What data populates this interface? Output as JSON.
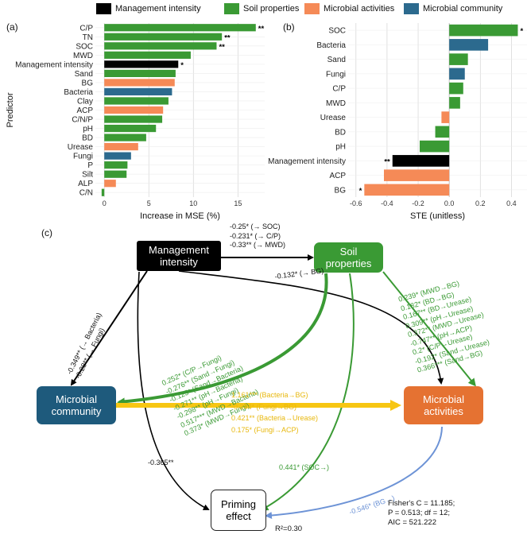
{
  "legend": [
    {
      "label": "Management intensity",
      "color": "#000000"
    },
    {
      "label": "Soil properties",
      "color": "#3a9a34"
    },
    {
      "label": "Microbial activities",
      "color": "#f58a57"
    },
    {
      "label": "Microbial community",
      "color": "#2c6a8e"
    }
  ],
  "chart_data": [
    {
      "panel": "(a)",
      "type": "bar",
      "orientation": "horizontal",
      "xlabel": "Increase in MSE (%)",
      "ylabel": "Predictor",
      "xlim": [
        -1,
        18
      ],
      "xticks": [
        0,
        5,
        10,
        15
      ],
      "categories": [
        "C/P",
        "TN",
        "SOC",
        "MWD",
        "Management intensity",
        "Sand",
        "BG",
        "Bacteria",
        "Clay",
        "ACP",
        "C/N/P",
        "pH",
        "BD",
        "Urease",
        "Fungi",
        "P",
        "Silt",
        "ALP",
        "C/N"
      ],
      "values": [
        17.0,
        13.2,
        12.6,
        9.7,
        8.3,
        8.0,
        7.9,
        7.6,
        7.2,
        6.6,
        6.5,
        5.8,
        4.7,
        3.8,
        3.0,
        2.6,
        2.5,
        1.3,
        -0.3
      ],
      "groups": [
        "soil",
        "soil",
        "soil",
        "soil",
        "management",
        "soil",
        "microbial_activities",
        "microbial_community",
        "soil",
        "microbial_activities",
        "soil",
        "soil",
        "soil",
        "microbial_activities",
        "microbial_community",
        "soil",
        "soil",
        "microbial_activities",
        "soil"
      ],
      "significance": [
        "**",
        "**",
        "**",
        "",
        "*",
        "",
        "",
        "",
        "",
        "",
        "",
        "",
        "",
        "",
        "",
        "",
        "",
        "",
        ""
      ]
    },
    {
      "panel": "(b)",
      "type": "bar",
      "orientation": "horizontal",
      "xlabel": "STE (unitless)",
      "xlim": [
        -0.65,
        0.5
      ],
      "xticks": [
        -0.6,
        -0.4,
        -0.2,
        0.0,
        0.2,
        0.4
      ],
      "categories": [
        "SOC",
        "Bacteria",
        "Sand",
        "Fungi",
        "C/P",
        "MWD",
        "Urease",
        "BD",
        "pH",
        "Management intensity",
        "ACP",
        "BG"
      ],
      "values": [
        0.441,
        0.25,
        0.12,
        0.1,
        0.09,
        0.07,
        -0.05,
        -0.09,
        -0.19,
        -0.365,
        -0.42,
        -0.546
      ],
      "groups": [
        "soil",
        "microbial_community",
        "soil",
        "microbial_community",
        "soil",
        "soil",
        "microbial_activities",
        "soil",
        "soil",
        "management",
        "microbial_activities",
        "microbial_activities"
      ],
      "significance": [
        "*",
        "",
        "",
        "",
        "",
        "",
        "",
        "",
        "",
        "**",
        "",
        "*"
      ]
    }
  ],
  "group_colors": {
    "management": "#000000",
    "soil": "#3a9a34",
    "microbial_activities": "#f58a57",
    "microbial_community": "#2c6a8e"
  },
  "panel_c": {
    "label": "(c)",
    "boxes": {
      "management": [
        "Management",
        "intensity"
      ],
      "soil": [
        "Soil",
        "properties"
      ],
      "community": [
        "Microbial",
        "community"
      ],
      "activities": [
        "Microbial",
        "activities"
      ],
      "priming": [
        "Priming",
        "effect"
      ]
    },
    "mgmt_to_soil": [
      "-0.25* (→ SOC)",
      "-0.231* (→ C/P)",
      "-0.33** (→ MWD)"
    ],
    "mgmt_to_bg": "-0.132* (→ BG)",
    "mgmt_to_community": [
      "-0.349** (→ Bacteria)",
      "-0.28** (→ Fungi)"
    ],
    "mgmt_to_priming": "-0.365**",
    "soil_to_community": [
      "0.252* (C/P→Fungi)",
      "-0.276** (Sand→Fungi)",
      "-0.125* (Sand→Bacteria)",
      "-0.271** (pH→Bacteria)",
      "-0.298** (pH→Fungi)",
      "0.517*** (MWD→Bacteria)",
      "0.373* (MWD→Fungi)"
    ],
    "soil_to_activities": [
      "0.239* (MWD→BG)",
      "0.182* (BD→BG)",
      "0.167** (BD→Urease)",
      "0.309** (pH→Urease)",
      "0.372** (MWD→Urease)",
      "-0.747** (pH→ACP)",
      "0.2* (C/P→Urease)",
      "-0.192* (Sand→Urease)",
      "0.366*** (Sand→BG)"
    ],
    "community_to_activities": [
      "1.161*** (Bacteria→BG)",
      "-0.244* (Fungi→BG)",
      "0.421** (Bacteria→Urease)",
      "0.175* (Fungi→ACP)"
    ],
    "soil_to_priming": "0.441* (SOC→)",
    "activities_to_priming": "-0.546* (BG→)",
    "r2": "R²=0.30",
    "fit": [
      "Fisher's C = 11.185;",
      "P = 0.513; df = 12;",
      "AIC = 521.222"
    ]
  }
}
